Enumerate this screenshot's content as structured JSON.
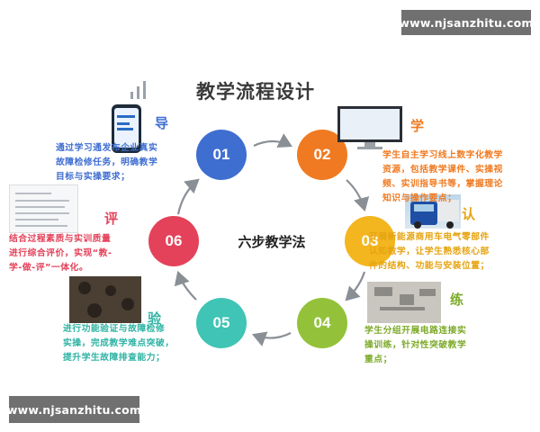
{
  "watermark": {
    "top": "www.njsanzhitu.com",
    "bottom": "www.njsanzhitu.com"
  },
  "title": "教学流程设计",
  "center_label": "六步教学法",
  "steps": [
    {
      "num": "01",
      "title": "导",
      "color": "#3f6ed1",
      "lines": [
        "通过学习通发布企业真实",
        "故障检修任务，明确教学",
        "目标与实操要求；"
      ]
    },
    {
      "num": "02",
      "title": "学",
      "color": "#f07a21",
      "lines": [
        "学生自主学习线上数字化教学",
        "资源，包括教学课件、实操视",
        "频、实训指导书等，掌握理论",
        "知识与操作要点；"
      ]
    },
    {
      "num": "03",
      "title": "认",
      "color": "#f3b61f",
      "lines": [
        "开展新能源商用车电气零部件",
        "认知教学，让学生熟悉核心部",
        "件的结构、功能与安装位置；"
      ]
    },
    {
      "num": "04",
      "title": "练",
      "color": "#93c23a",
      "lines": [
        "学生分组开展电路连接实",
        "操训练，针对性突破教学",
        "重点；"
      ]
    },
    {
      "num": "05",
      "title": "验",
      "color": "#3fc4b5",
      "lines": [
        "进行功能验证与故障检修",
        "实操，完成教学难点突破，",
        "提升学生故障排查能力；"
      ]
    },
    {
      "num": "06",
      "title": "评",
      "color": "#e4425a",
      "lines": [
        "结合过程素质与实训质量",
        "进行综合评价，实现“教-",
        "学-做-评”一体化。"
      ]
    }
  ]
}
